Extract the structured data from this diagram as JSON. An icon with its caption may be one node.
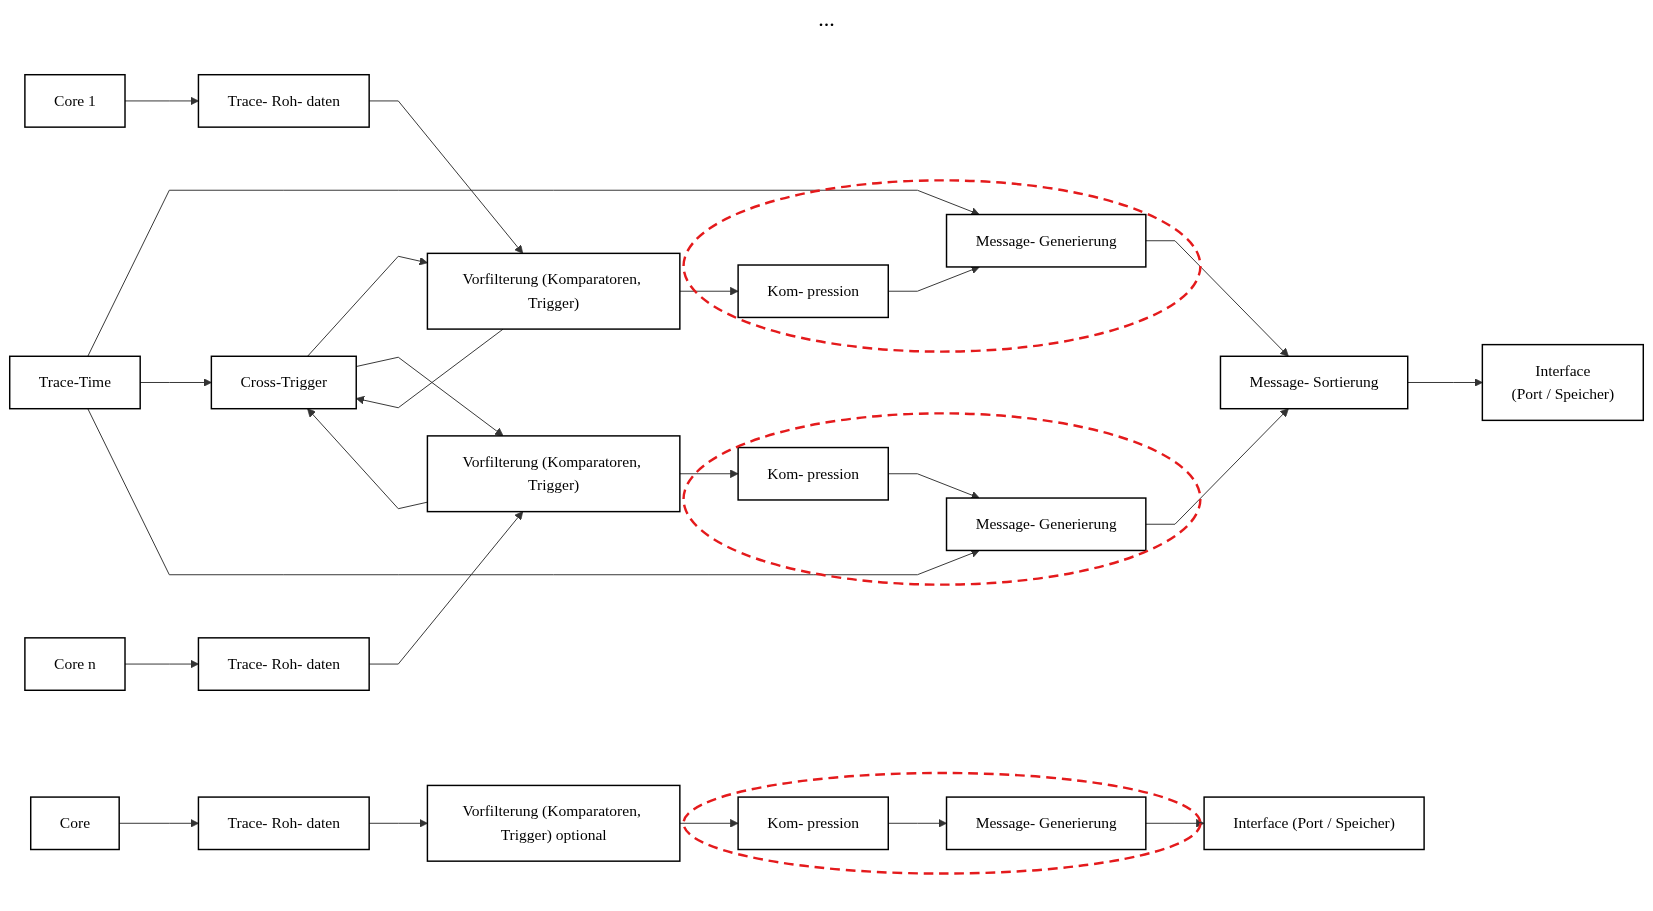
{
  "diagram": {
    "nodes": [
      {
        "text": [
          "Core 1"
        ]
      },
      {
        "text": [
          "Trace- Roh- daten"
        ]
      },
      {
        "text": [
          "Vorfilterung (Komparatoren, Trigger)"
        ]
      },
      {
        "text": [],
        "shape": "ellipse"
      },
      {
        "text": [
          "Kom- pression"
        ],
        "in": 3
      },
      {
        "text": [
          "Message- Generierung"
        ],
        "in": 3
      },
      {
        "text": [
          "Message- Sortierung"
        ]
      },
      {
        "text": [
          "Interface",
          "(Port / Speicher)"
        ]
      },
      {
        "text": [
          "Cross-Trigger"
        ]
      },
      {
        "text": [
          "Trace-Time"
        ]
      },
      {
        "text": [
          "Core n"
        ]
      },
      {
        "text": [
          "Trace- Roh- daten"
        ]
      },
      {
        "text": [
          "Vorfilterung (Komparatoren, Trigger)"
        ]
      },
      {
        "text": [],
        "shape": "ellipse"
      },
      {
        "text": [
          "Kom- pression"
        ],
        "in": 13
      },
      {
        "text": [
          "Message- Generierung"
        ],
        "in": 13
      },
      {
        "text": [
          "Core"
        ]
      },
      {
        "text": [
          "Trace- Roh- daten"
        ]
      },
      {
        "text": [
          "Vorfilterung (Komparatoren, Trigger) optional"
        ]
      },
      {
        "text": [],
        "shape": "ellipse"
      },
      {
        "text": [
          "Kom- pression"
        ],
        "in": 19
      },
      {
        "text": [
          "Message- Generierung"
        ],
        "in": 19
      },
      {
        "text": [
          "Interface (Port / Speicher)"
        ]
      }
    ],
    "edges": [
      {
        "from": 0,
        "to": 1,
        "arrow": "to"
      },
      {
        "from": 1,
        "to": 2,
        "arrow": "to"
      },
      {
        "from": 2,
        "to": 4,
        "arrow": "to"
      },
      {
        "from": 4,
        "to": 5,
        "arrow": "to"
      },
      {
        "from": 5,
        "to": 6,
        "arrow": "to"
      },
      {
        "from": 6,
        "to": 7,
        "arrow": "to"
      },
      {
        "from": 8,
        "to": 2,
        "arrow": "to"
      },
      {
        "from": 2,
        "to": 8,
        "arrow": "to"
      },
      {
        "from": 9,
        "to": 5,
        "arrow": "to"
      },
      {
        "from": 9,
        "to": 8,
        "arrow": "to"
      },
      {
        "from": 9,
        "to": 15,
        "arrow": "to"
      },
      {
        "from": 12,
        "to": 8,
        "arrow": "to"
      },
      {
        "from": 8,
        "to": 12,
        "arrow": "to"
      },
      {
        "from": 10,
        "to": 11,
        "arrow": "to"
      },
      {
        "from": 11,
        "to": 12,
        "arrow": "to"
      },
      {
        "from": 12,
        "to": 14,
        "arrow": "to"
      },
      {
        "from": 14,
        "to": 15,
        "arrow": "to"
      },
      {
        "from": 15,
        "to": 6,
        "arrow": "to"
      },
      {
        "from": 16,
        "to": 17,
        "arrow": "to"
      },
      {
        "from": 17,
        "to": 18,
        "arrow": "to"
      },
      {
        "from": 18,
        "to": 20,
        "arrow": "to"
      },
      {
        "from": 20,
        "to": 21,
        "arrow": "to"
      },
      {
        "from": 21,
        "to": 22,
        "arrow": "to"
      }
    ],
    "labels": [
      "..."
    ]
  }
}
